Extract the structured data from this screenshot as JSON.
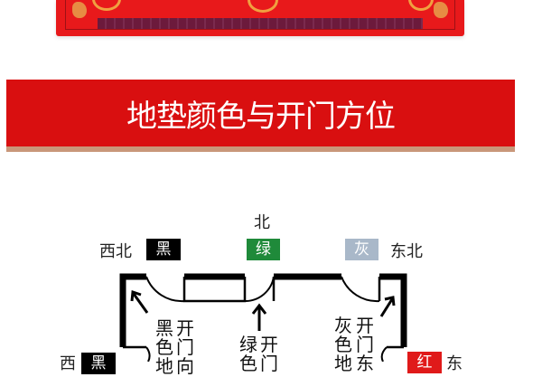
{
  "banner": {
    "title": "地垫颜色与开门方位"
  },
  "compass": {
    "north": {
      "label": "北",
      "color_label": "绿",
      "color": "#1f8a3a"
    },
    "northwest": {
      "label": "西北",
      "color_label": "黑",
      "color": "#000000"
    },
    "northeast": {
      "label": "东北",
      "color_label": "灰",
      "color": "#a9b8c9"
    },
    "west": {
      "label": "西",
      "color_label": "黑",
      "color": "#000000"
    },
    "east": {
      "label": "东",
      "color_label": "红",
      "color": "#e01a1a"
    }
  },
  "doors": {
    "northwest": {
      "col1": [
        "黑",
        "色",
        "地"
      ],
      "col2": [
        "开",
        "门",
        "向"
      ]
    },
    "north": {
      "col1": [
        "绿",
        "色"
      ],
      "col2": [
        "开",
        "门"
      ]
    },
    "northeast": {
      "col1": [
        "灰",
        "色",
        "地"
      ],
      "col2": [
        "开",
        "门",
        "东"
      ]
    }
  },
  "colors": {
    "banner_red": "#d90f10",
    "mat_red": "#e8191b",
    "banner_shadow": "#c9977a"
  }
}
